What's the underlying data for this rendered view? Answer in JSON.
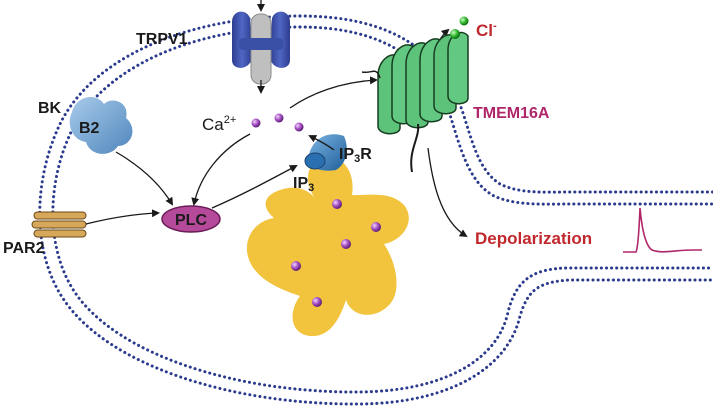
{
  "labels": {
    "trpv1": "TRPV1",
    "bk": "BK",
    "b2": "B2",
    "par2": "PAR2",
    "plc": "PLC",
    "ca": "Ca",
    "ca_sup": "2+",
    "ip3r_a": "IP",
    "ip3r_sub": "3",
    "ip3r_b": "R",
    "ip3_a": "IP",
    "ip3_sub": "3",
    "tmem16a": "TMEM16A",
    "cl": "Cl",
    "cl_sup": "-",
    "depolarization": "Depolarization"
  },
  "colors": {
    "membrane": "#2a3a8c",
    "tmem": "#5dc27a",
    "er": "#f2c33d",
    "plc": "#b64a9a",
    "ion": "#a64fc2",
    "trpv1": "#3a4fa6",
    "receptor": "#7fb0dc",
    "par2": "#d7a85a",
    "trace": "#b0266a"
  }
}
